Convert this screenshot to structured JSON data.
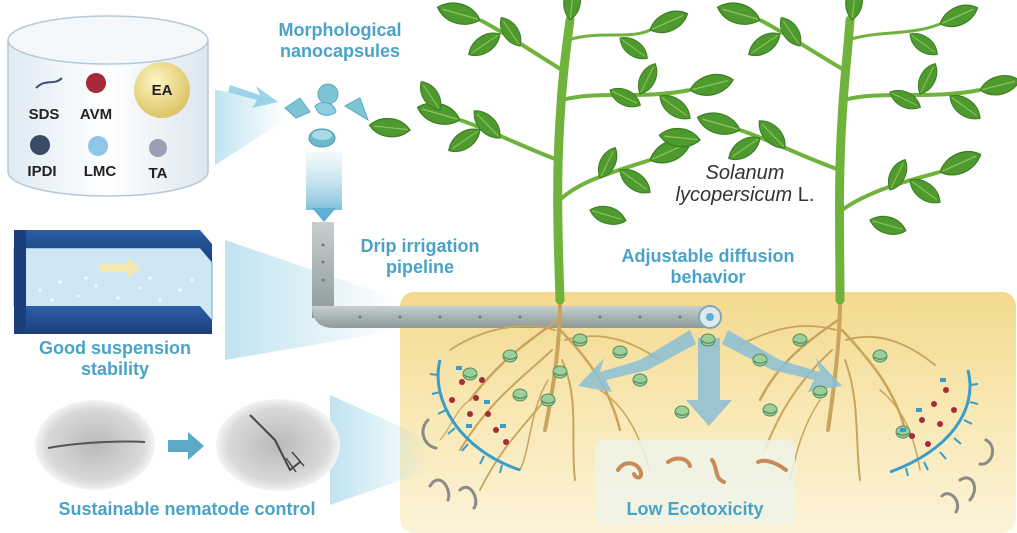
{
  "legend": {
    "sds": "SDS",
    "avm": "AVM",
    "ea": "EA",
    "ipdi": "IPDI",
    "lmc": "LMC",
    "ta": "TA"
  },
  "labels": {
    "morph_line1": "Morphological",
    "morph_line2": "nanocapsules",
    "drip_line1": "Drip irrigation",
    "drip_line2": "pipeline",
    "diffusion_line1": "Adjustable diffusion",
    "diffusion_line2": "behavior",
    "suspension_line1": "Good suspension",
    "suspension_line2": "stability",
    "nematode": "Sustainable nematode control",
    "ecotox": "Low Ecotoxicity"
  },
  "species": {
    "line1": "Solanum",
    "line2a": "lycopersicum",
    "line2b": " L."
  },
  "colors": {
    "label_blue": "#4aa3c7",
    "leaf_green": "#4f9a2f",
    "stem_green": "#6fb33d",
    "soil": "#f7e4a6",
    "root": "#c9a45c",
    "pipe": "#aab4b4",
    "capsule": "#7fc4d6",
    "avm_red": "#a52a3a",
    "ipdi_navy": "#3a4a66",
    "lmc_blue": "#8fc6e8",
    "ta_gray": "#9aa0b4",
    "ea_yellow": "#e6d27a"
  }
}
